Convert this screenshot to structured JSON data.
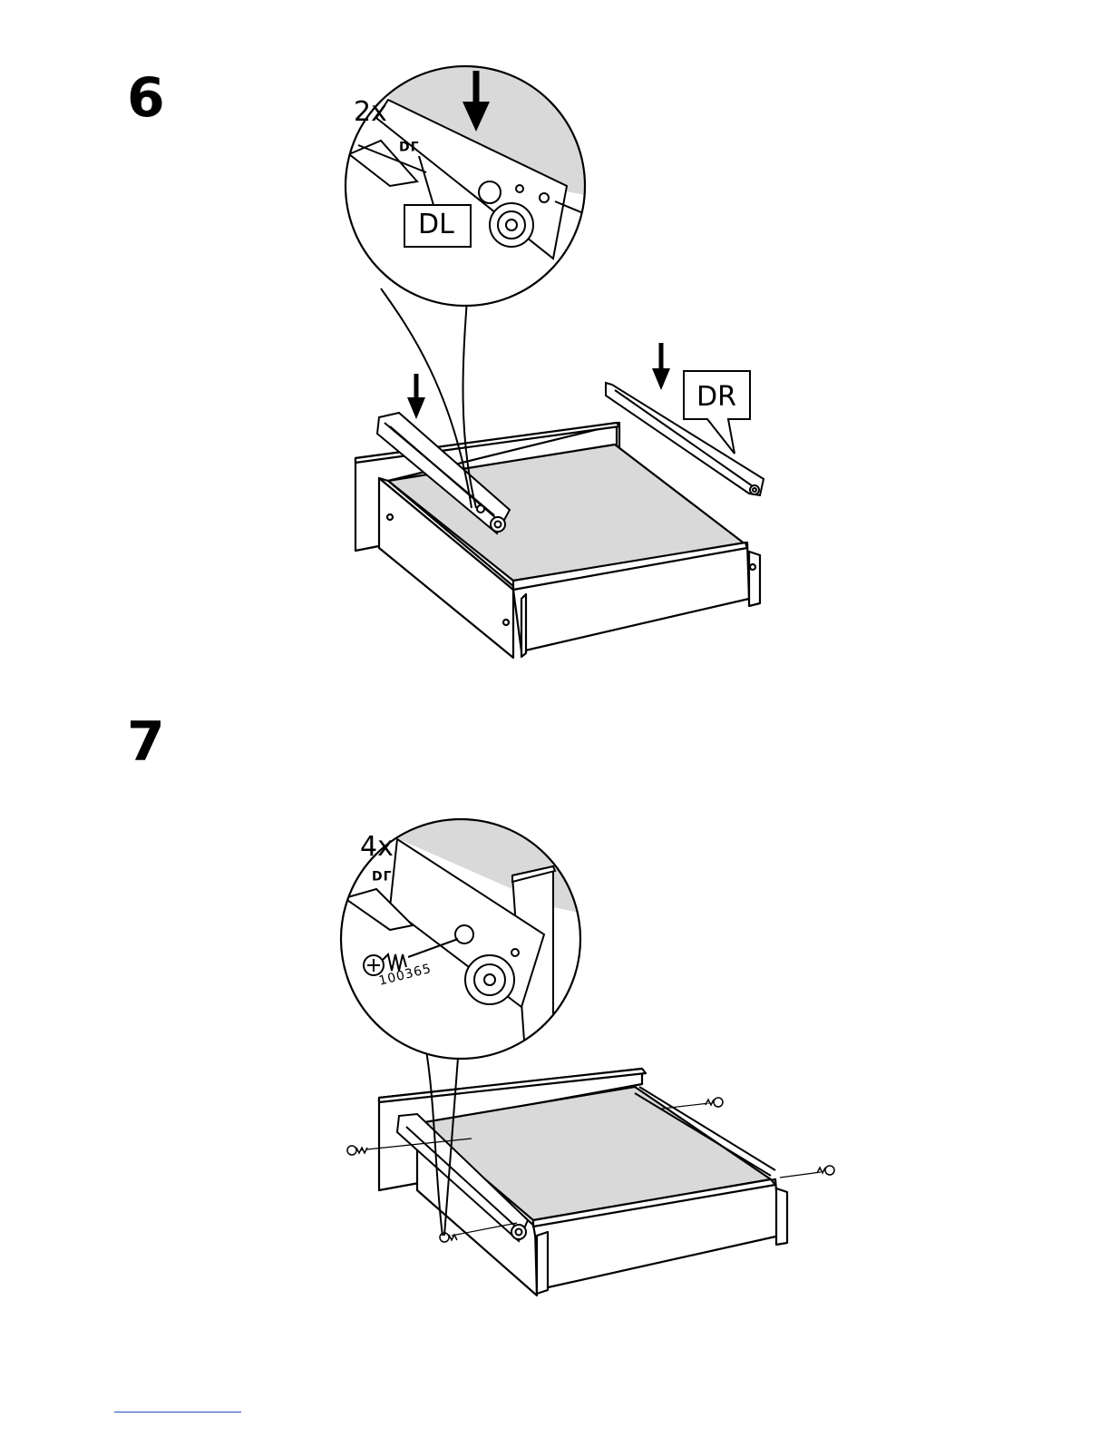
{
  "steps": [
    {
      "number": "6",
      "detail_quantity": "2x",
      "detail_mirrored_mark": "DL",
      "callout_left": "DL",
      "callout_right": "DR"
    },
    {
      "number": "7",
      "detail_quantity": "4x",
      "detail_mirrored_mark": "DL",
      "part_number": "100365"
    }
  ],
  "colors": {
    "line": "#000000",
    "panel_fill": "#d9d9d9",
    "background": "#ffffff",
    "footer_rule": "#1f4fbf"
  },
  "icons": [
    "down-arrow-icon",
    "screw-icon",
    "roller-wheel-icon"
  ]
}
